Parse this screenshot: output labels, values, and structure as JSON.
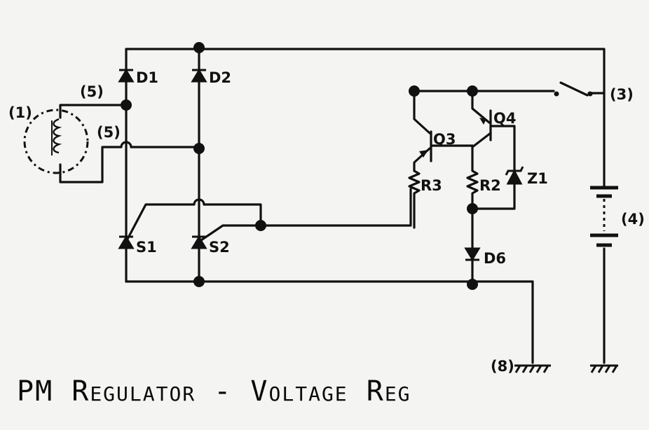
{
  "diagram": {
    "labels": {
      "stator": "(1)",
      "lead_a": "(5)",
      "lead_b": "(5)",
      "switch_terminal": "(3)",
      "battery": "(4)",
      "ground": "(8)",
      "d1": "D1",
      "d2": "D2",
      "s1": "S1",
      "s2": "S2",
      "q3": "Q3",
      "q4": "Q4",
      "r3": "R3",
      "r2": "R2",
      "z1": "Z1",
      "d6": "D6"
    },
    "caption": "PM Regulator - Voltage Reg"
  },
  "colors": {
    "ink": "#111111",
    "paper": "#f4f4f2"
  }
}
